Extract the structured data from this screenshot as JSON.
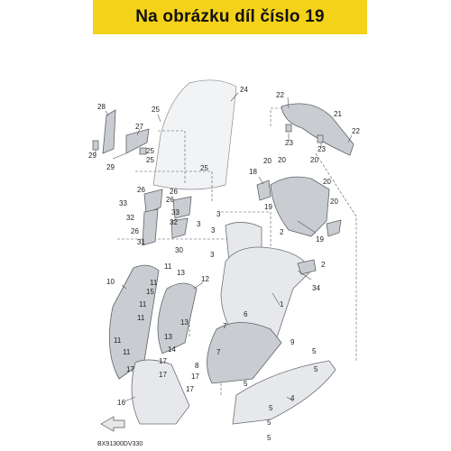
{
  "banner": {
    "text": "Na obrázku díl číslo 19",
    "color": "#f5d21a"
  },
  "diagram": {
    "code": "BX91300DV330",
    "callouts": [
      {
        "id": "c24",
        "n": "24"
      },
      {
        "id": "c28",
        "n": "28"
      },
      {
        "id": "c25a",
        "n": "25"
      },
      {
        "id": "c27",
        "n": "27"
      },
      {
        "id": "c25b",
        "n": "25"
      },
      {
        "id": "c29a",
        "n": "29"
      },
      {
        "id": "c29b",
        "n": "29"
      },
      {
        "id": "c25c",
        "n": "25"
      },
      {
        "id": "c25d",
        "n": "25"
      },
      {
        "id": "c26a",
        "n": "26"
      },
      {
        "id": "c33a",
        "n": "33"
      },
      {
        "id": "c32a",
        "n": "32"
      },
      {
        "id": "c26b",
        "n": "26"
      },
      {
        "id": "c31",
        "n": "31"
      },
      {
        "id": "c26c",
        "n": "26"
      },
      {
        "id": "c26d",
        "n": "26"
      },
      {
        "id": "c33b",
        "n": "33"
      },
      {
        "id": "c32b",
        "n": "32"
      },
      {
        "id": "c30",
        "n": "30"
      },
      {
        "id": "c3a",
        "n": "3"
      },
      {
        "id": "c3b",
        "n": "3"
      },
      {
        "id": "c3c",
        "n": "3"
      },
      {
        "id": "c3d",
        "n": "3"
      },
      {
        "id": "c22a",
        "n": "22"
      },
      {
        "id": "c21",
        "n": "21"
      },
      {
        "id": "c22b",
        "n": "22"
      },
      {
        "id": "c23a",
        "n": "23"
      },
      {
        "id": "c23b",
        "n": "23"
      },
      {
        "id": "c18",
        "n": "18"
      },
      {
        "id": "c20a",
        "n": "20"
      },
      {
        "id": "c20b",
        "n": "20"
      },
      {
        "id": "c20c",
        "n": "20"
      },
      {
        "id": "c20d",
        "n": "20"
      },
      {
        "id": "c20e",
        "n": "20"
      },
      {
        "id": "c19a",
        "n": "19"
      },
      {
        "id": "c19b",
        "n": "19"
      },
      {
        "id": "c2a",
        "n": "2"
      },
      {
        "id": "c2b",
        "n": "2"
      },
      {
        "id": "c34",
        "n": "34"
      },
      {
        "id": "c1",
        "n": "1"
      },
      {
        "id": "c10",
        "n": "10"
      },
      {
        "id": "c11a",
        "n": "11"
      },
      {
        "id": "c11b",
        "n": "11"
      },
      {
        "id": "c11c",
        "n": "11"
      },
      {
        "id": "c11d",
        "n": "11"
      },
      {
        "id": "c11e",
        "n": "11"
      },
      {
        "id": "c11f",
        "n": "11"
      },
      {
        "id": "c13a",
        "n": "13"
      },
      {
        "id": "c12",
        "n": "12"
      },
      {
        "id": "c15",
        "n": "15"
      },
      {
        "id": "c13b",
        "n": "13"
      },
      {
        "id": "c13c",
        "n": "13"
      },
      {
        "id": "c14",
        "n": "14"
      },
      {
        "id": "c7a",
        "n": "7"
      },
      {
        "id": "c6",
        "n": "6"
      },
      {
        "id": "c9",
        "n": "9"
      },
      {
        "id": "c7b",
        "n": "7"
      },
      {
        "id": "c8",
        "n": "8"
      },
      {
        "id": "c5a",
        "n": "5"
      },
      {
        "id": "c5b",
        "n": "5"
      },
      {
        "id": "c5c",
        "n": "5"
      },
      {
        "id": "c5d",
        "n": "5"
      },
      {
        "id": "c5e",
        "n": "5"
      },
      {
        "id": "c5f",
        "n": "5"
      },
      {
        "id": "c4",
        "n": "4"
      },
      {
        "id": "c17a",
        "n": "17"
      },
      {
        "id": "c17b",
        "n": "17"
      },
      {
        "id": "c17c",
        "n": "17"
      },
      {
        "id": "c17d",
        "n": "17"
      },
      {
        "id": "c17e",
        "n": "17"
      },
      {
        "id": "c16",
        "n": "16"
      }
    ]
  }
}
